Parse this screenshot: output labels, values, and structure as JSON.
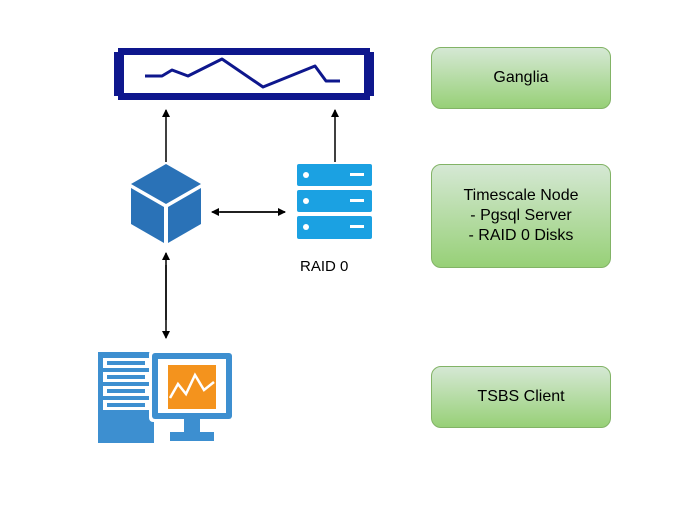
{
  "legend": {
    "ganglia": "Ganglia",
    "timescale_node": {
      "title": "Timescale Node",
      "line1": "- Pgsql Server",
      "line2": "- RAID 0 Disks"
    },
    "tsbs_client": "TSBS Client"
  },
  "nodes": {
    "raid_label": "RAID 0"
  },
  "colors": {
    "monitor_navy": "#0e178d",
    "cube_blue": "#2a72b7",
    "server_blue": "#1ba1e2",
    "client_blue": "#3d8fd0",
    "chart_orange": "#f4931d",
    "box_border": "#82b366"
  },
  "icons": [
    "monitoring-panel-icon",
    "cube-icon",
    "server-stack-icon",
    "workstation-icon"
  ]
}
